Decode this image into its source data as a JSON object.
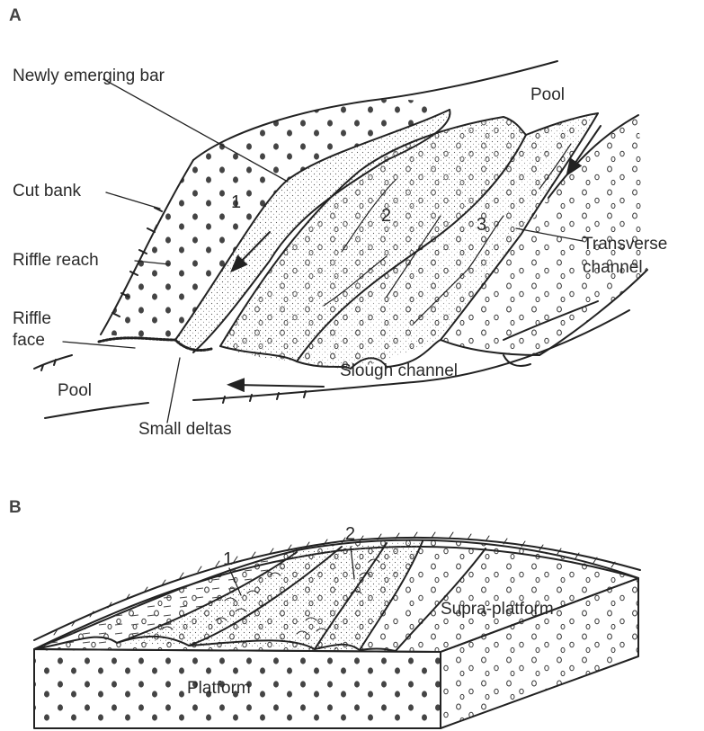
{
  "panel_a": {
    "letter": "A",
    "labels": {
      "newly_emerging_bar": "Newly emerging bar",
      "pool_top": "Pool",
      "cut_bank": "Cut bank",
      "riffle_reach": "Riffle reach",
      "riffle_face_line1": "Riffle",
      "riffle_face_line2": "face",
      "pool_left": "Pool",
      "small_deltas": "Small deltas",
      "transverse_line1": "Transverse",
      "transverse_line2": "channel",
      "slough_channel": "Slough channel"
    },
    "bar_numbers": [
      "1",
      "2",
      "3"
    ]
  },
  "panel_b": {
    "letter": "B",
    "labels": {
      "supra_platform": "Supra-platform",
      "platform": "Platform"
    },
    "bar_numbers": [
      "1",
      "2"
    ]
  }
}
